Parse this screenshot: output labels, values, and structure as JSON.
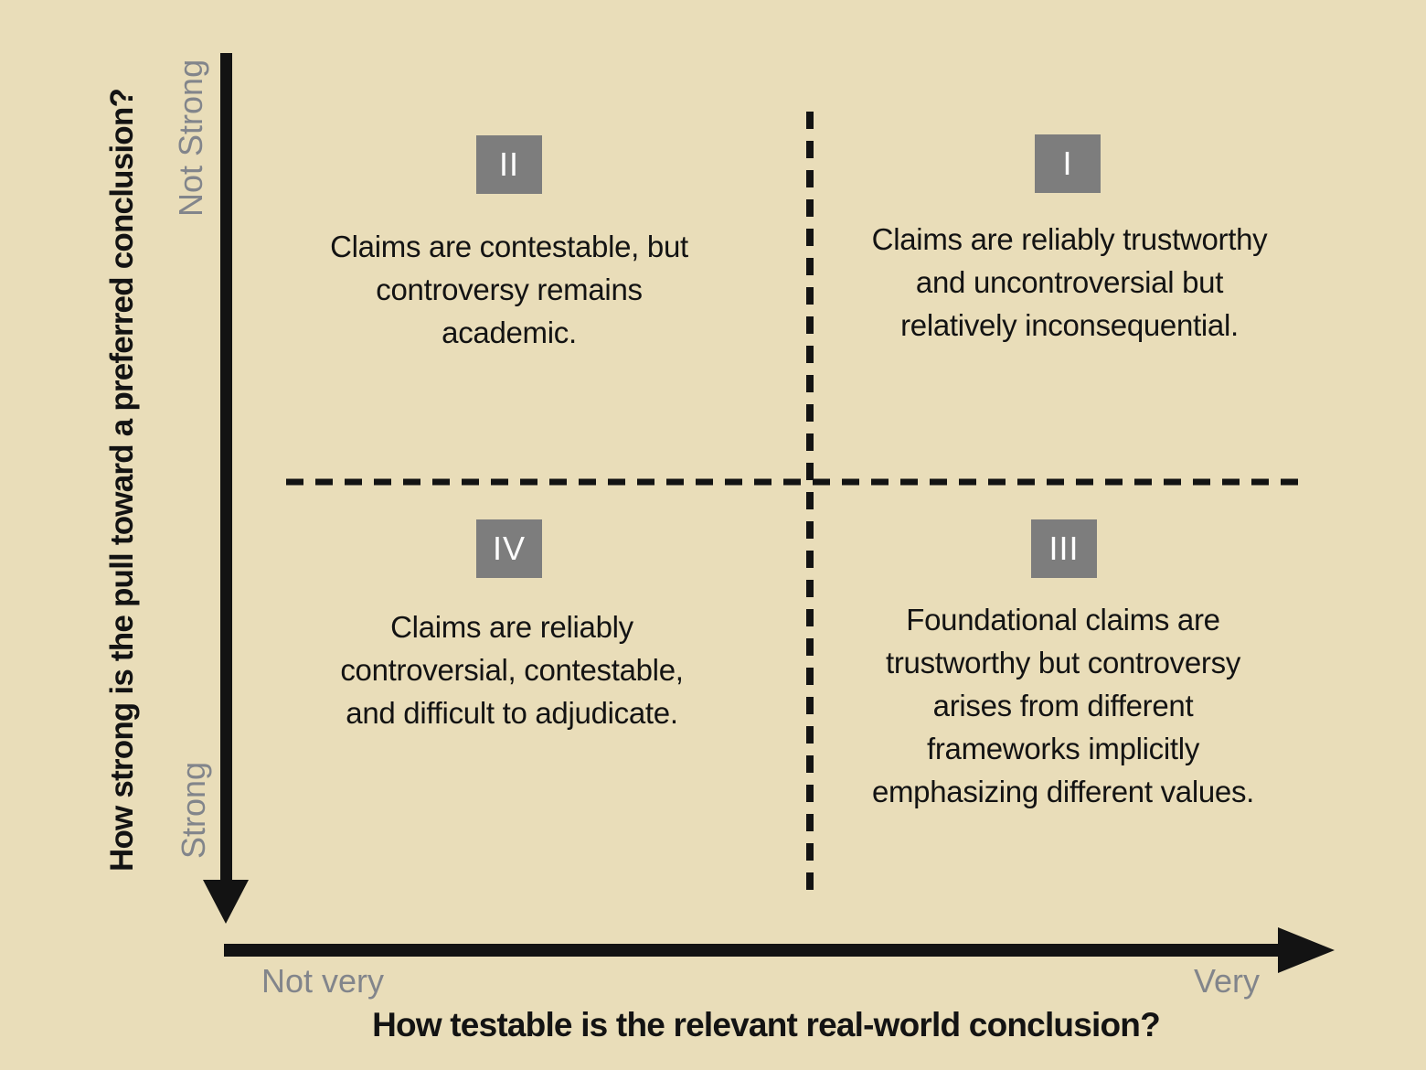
{
  "colors": {
    "background": "#e9ddb9",
    "ink": "#131313",
    "muted": "#82858b",
    "badge_bg": "#7d7d7d",
    "badge_text": "#ffffff"
  },
  "y_axis": {
    "title": "How strong is the pull toward a preferred conclusion?",
    "top_label": "Not Strong",
    "bottom_label": "Strong"
  },
  "x_axis": {
    "title": "How testable is the relevant real-world conclusion?",
    "left_label": "Not very",
    "right_label": "Very"
  },
  "quadrants": {
    "q1": {
      "numeral": "I",
      "text": "Claims are reliably trustworthy\nand uncontroversial but\nrelatively inconsequential."
    },
    "q2": {
      "numeral": "II",
      "text": "Claims are contestable, but\ncontroversy remains\nacademic."
    },
    "q3": {
      "numeral": "III",
      "text": "Foundational claims are\ntrustworthy but controversy\narises from different\nframeworks implicitly\nemphasizing different values."
    },
    "q4": {
      "numeral": "IV",
      "text": "Claims are reliably\ncontroversial, contestable,\nand difficult to adjudicate."
    }
  }
}
